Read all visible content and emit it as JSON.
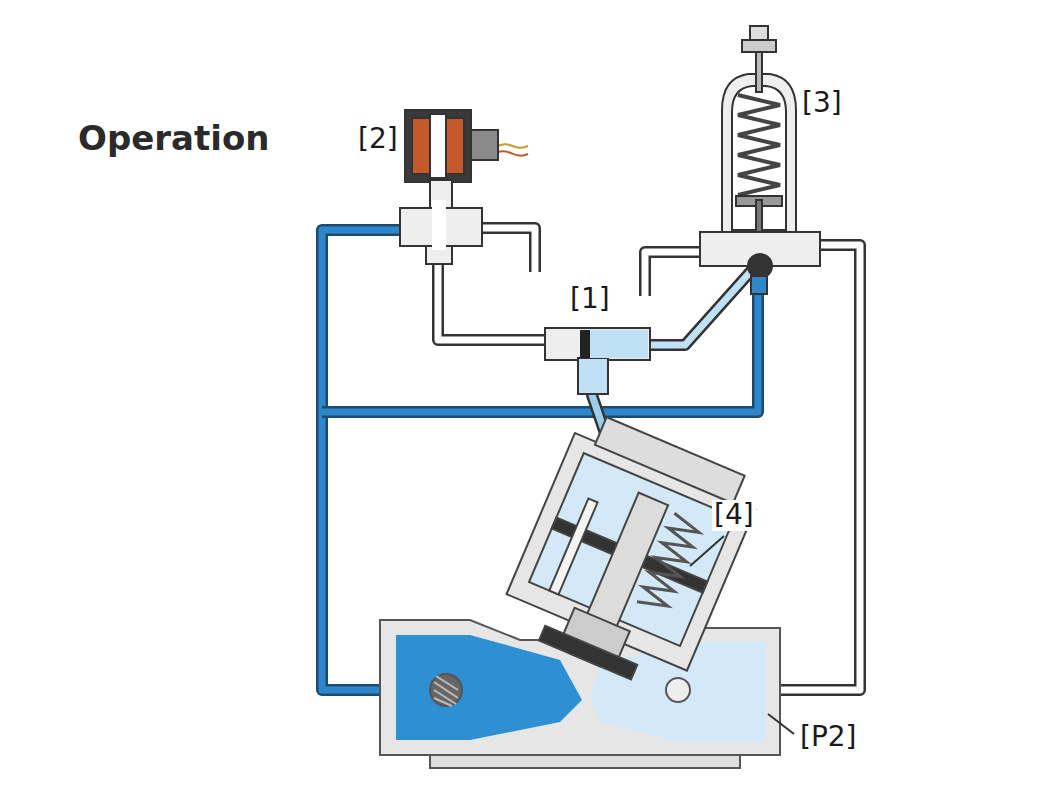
{
  "diagram": {
    "title": "Operation",
    "labels": [
      "[2]",
      "[3]",
      "[1]",
      "[4]",
      "[P2]"
    ]
  }
}
